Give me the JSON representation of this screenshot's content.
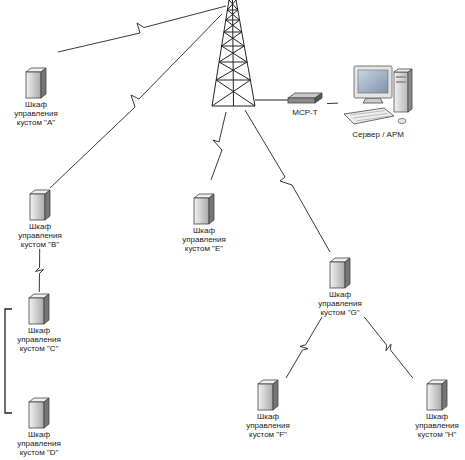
{
  "diagram": {
    "nodes": [
      {
        "text": [
          "Шкаф управления кустом \"A\""
        ]
      },
      {
        "text": [
          "МСР-Т"
        ]
      },
      {
        "text": [
          "Сервер / АРМ"
        ]
      },
      {
        "text": [
          "Шкаф управления кустом \"B\""
        ]
      },
      {
        "text": [
          "Шкаф управления кустом \"E\""
        ]
      },
      {
        "text": [
          "Шкаф управления кустом \"G\""
        ]
      },
      {
        "text": [
          "Шкаф управления кустом \"C\""
        ]
      },
      {
        "text": [
          "Шкаф управления кустом \"F\""
        ]
      },
      {
        "text": [
          "Шкаф управления кустом \"H\""
        ]
      },
      {
        "text": [
          "Шкаф управления кустом \"D\""
        ]
      }
    ],
    "edges": [
      {
        "from": 1,
        "to": 2,
        "arrow": "none"
      },
      {
        "from": 3,
        "to": 6,
        "arrow": "none"
      },
      {
        "from": 5,
        "to": 7,
        "arrow": "none"
      },
      {
        "from": 5,
        "to": 8,
        "arrow": "none"
      },
      {
        "from": 6,
        "to": 9,
        "arrow": "none"
      }
    ]
  }
}
